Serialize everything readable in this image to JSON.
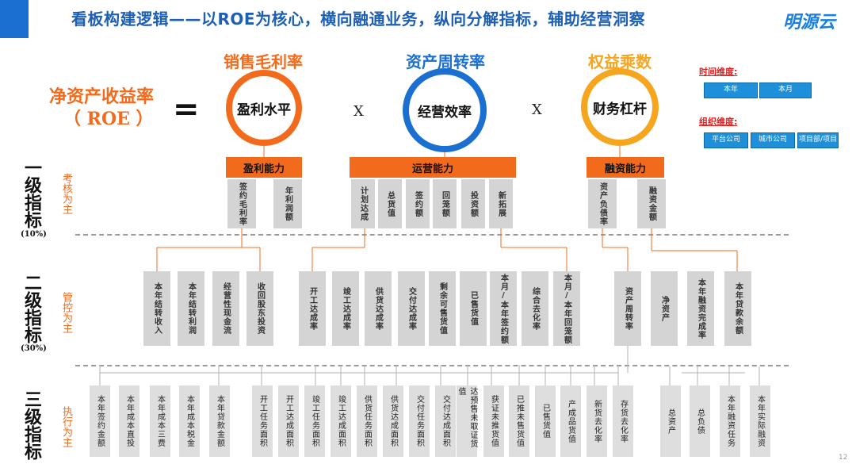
{
  "header": {
    "title": "看板构建逻辑——以ROE为核心，横向融通业务，纵向分解指标，辅助经营洞察",
    "logo": "明源云"
  },
  "roe": {
    "label": "净资产收益率",
    "abbr": "（ ROE ）",
    "equals": "="
  },
  "factors": [
    {
      "title": "销售毛利率",
      "ring_text": "盈利水平",
      "title_color": "#f26b1d",
      "ring_color": "#f26b1d"
    },
    {
      "title": "资产周转率",
      "ring_text": "经营效率",
      "title_color": "#1a6fd1",
      "ring_color": "#1a6fd1"
    },
    {
      "title": "权益乘数",
      "ring_text": "财务杠杆",
      "title_color": "#f6a51f",
      "ring_color": "#f6a51f"
    }
  ],
  "operators": [
    "X",
    "X"
  ],
  "dimensions": {
    "time_title": "时间维度:",
    "time_options": [
      "本年",
      "本月"
    ],
    "org_title": "组织维度:",
    "org_options": [
      "平台公司",
      "城市公司",
      "项目部/项目"
    ]
  },
  "levels": [
    {
      "label": "一级指标",
      "sub": "考核为主",
      "pct": "(10%)"
    },
    {
      "label": "二级指标",
      "sub": "管控为主",
      "pct": "(30%)"
    },
    {
      "label": "三级指标",
      "sub": "执行为主",
      "pct": ""
    }
  ],
  "level1": {
    "groups": [
      {
        "header": "盈利能力",
        "items": [
          "签约毛利率",
          "年利润额"
        ]
      },
      {
        "header": "运营能力",
        "items": [
          "计划达成",
          "总货值",
          "签约额",
          "回笼额",
          "投资额",
          "新拓展"
        ]
      },
      {
        "header": "融资能力",
        "items": [
          "资产负债率",
          "融资金额"
        ]
      }
    ]
  },
  "level2": {
    "items": [
      "本年结转收入",
      "本年结转利润",
      "经营性现金流",
      "收回股东投资",
      "开工达成率",
      "竣工达成率",
      "供货达成率",
      "交付达成率",
      "剩余可售货值",
      "已售货值",
      "本月/本年签约额",
      "综合去化率",
      "本月/本年回笼额",
      "资产周转率",
      "净资产",
      "本年融资完成率",
      "本年贷款余额"
    ]
  },
  "level3": {
    "items": [
      "本年签约金额",
      "本年成本直投",
      "本年成本三费",
      "本年成本税金",
      "本年贷款金额",
      "开工任务面积",
      "开工达成面积",
      "竣工任务面积",
      "竣工达成面积",
      "供货任务面积",
      "供货达成面积",
      "交付任务面积",
      "交付达成面积",
      "达预售未取证货值",
      "获证未推货值",
      "已推未售货值",
      "已售货值",
      "产成品货值",
      "新货去化率",
      "存货去化率",
      "总资产",
      "总负债",
      "本年融资任务",
      "本年实际融资"
    ]
  },
  "page_number": "12"
}
